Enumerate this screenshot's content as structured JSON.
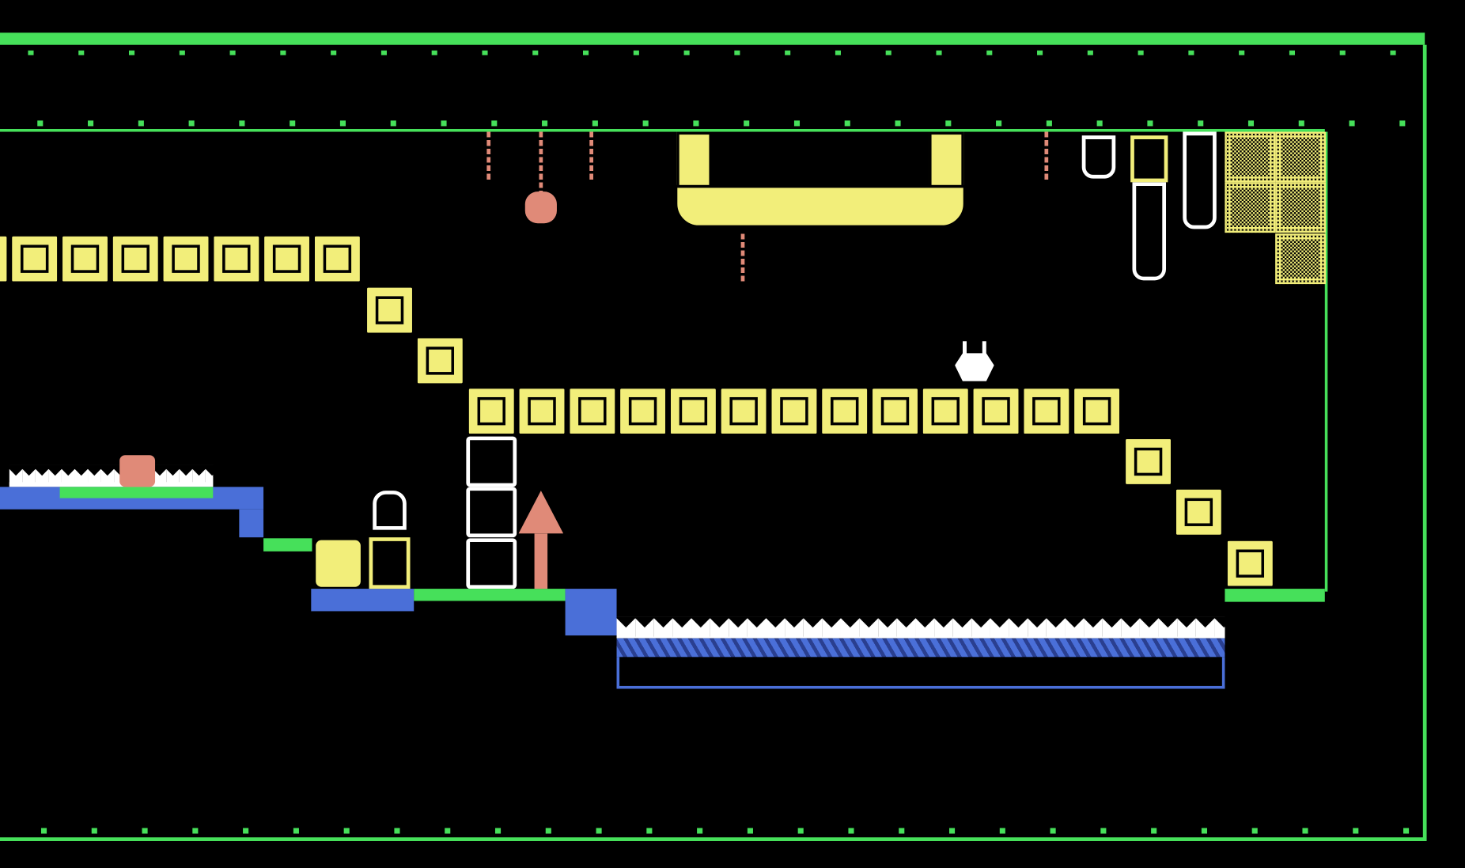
{
  "game": {
    "palette": {
      "grass": "#46e05a",
      "block": "#f2ee7a",
      "brick": "#4a6fd8",
      "enemy": "#e08a78",
      "player": "#ffffff",
      "background": "#000000"
    },
    "entities": [
      "player-character",
      "crab-enemy",
      "spider-enemy",
      "warning-sign",
      "yellow-sponge-block"
    ]
  }
}
